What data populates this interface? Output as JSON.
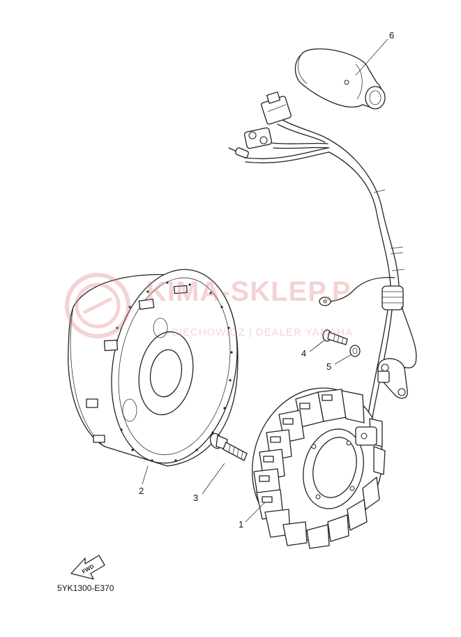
{
  "callouts": {
    "c1": "1",
    "c2": "2",
    "c3": "3",
    "c4": "4",
    "c5": "5",
    "c6": "6"
  },
  "catalog_code": "5YK1300-E370",
  "fwd_label": "FWD",
  "watermark": {
    "main": "KIMA-SKLEP.P",
    "sub": "CIECHOWICZ | DEALER YAMAHA"
  },
  "colors": {
    "line": "#222222",
    "watermark": "#e07a7a"
  }
}
